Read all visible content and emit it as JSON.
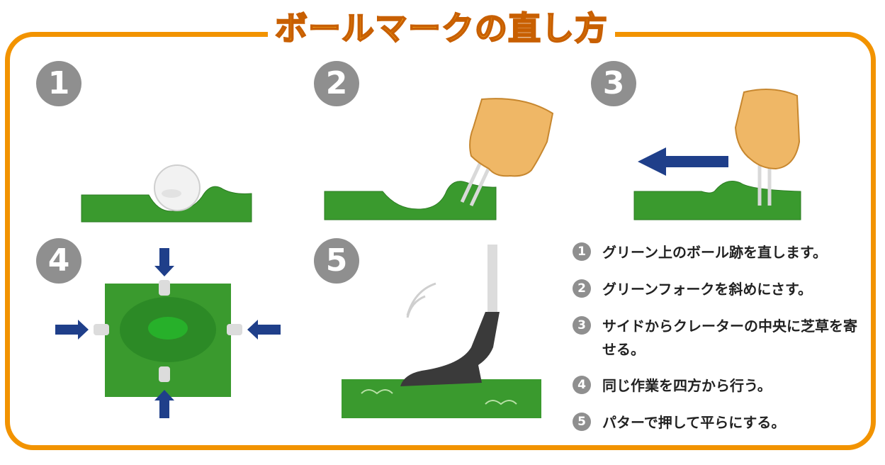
{
  "title": "ボールマークの直し方",
  "colors": {
    "frame": "#f29300",
    "grass": "#3a9a2e",
    "grass_dark": "#1f6b1a",
    "arrow": "#1f3f8a",
    "badge": "#8f8f8f",
    "skin": "#efb766"
  },
  "panels": [
    {
      "number": "1",
      "illustration": "golf-ball-on-green"
    },
    {
      "number": "2",
      "illustration": "hand-inserting-fork"
    },
    {
      "number": "3",
      "illustration": "hand-pushing-fork"
    },
    {
      "number": "4",
      "illustration": "fork-from-four-sides"
    },
    {
      "number": "5",
      "illustration": "putter-flattening"
    }
  ],
  "steps": [
    {
      "number": "1",
      "text": "グリーン上のボール跡を直します。"
    },
    {
      "number": "2",
      "text": "グリーンフォークを斜めにさす。"
    },
    {
      "number": "3",
      "text": "サイドからクレーターの中央に芝草を寄せる。"
    },
    {
      "number": "4",
      "text": "同じ作業を四方から行う。"
    },
    {
      "number": "5",
      "text": "パターで押して平らにする。"
    }
  ]
}
